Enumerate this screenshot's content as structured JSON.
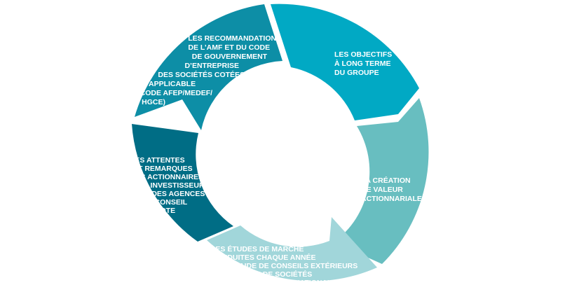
{
  "segments": [
    {
      "id": "objectifs",
      "color": "#01A9C4",
      "lines": [
        "LES OBJECTIFS",
        "À LONG TERME",
        "DU GROUPE"
      ]
    },
    {
      "id": "creation-valeur",
      "color": "#68BEC0",
      "lines": [
        "LA CRÉATION",
        "DE VALEUR",
        "ACTIONNARIALE"
      ]
    },
    {
      "id": "etudes-marche",
      "color": "#A1D6DA",
      "lines": [
        "LES ÉTUDES DE MARCHÉ",
        "CONDUITES CHAQUE ANNÉE",
        "AVEC L’AIDE DE CONSEILS EXTÉRIEURS",
        "SUR LA BASE DE SOCIÉTÉS",
        "FRANÇAISES ET INTERNATIONALES"
      ]
    },
    {
      "id": "attentes",
      "color": "#006D85",
      "lines": [
        "LES ATTENTES",
        "ET REMARQUES",
        "DES ACTIONNAIRES,",
        "DES INVESTISSEURS",
        "ET DES AGENCES",
        "DE CONSEIL",
        "EN VOTE"
      ]
    },
    {
      "id": "recommandations",
      "color": "#0D8EA6",
      "lines": [
        "LES RECOMMANDATIONS",
        "DE L’AMF ET DU CODE",
        "DE GOUVERNEMENT",
        "D’ENTREPRISE",
        "DES SOCIÉTÉS COTÉES",
        "APPLICABLE",
        "(CODE AFEP/MEDEF/",
        "HGCE)"
      ]
    }
  ]
}
